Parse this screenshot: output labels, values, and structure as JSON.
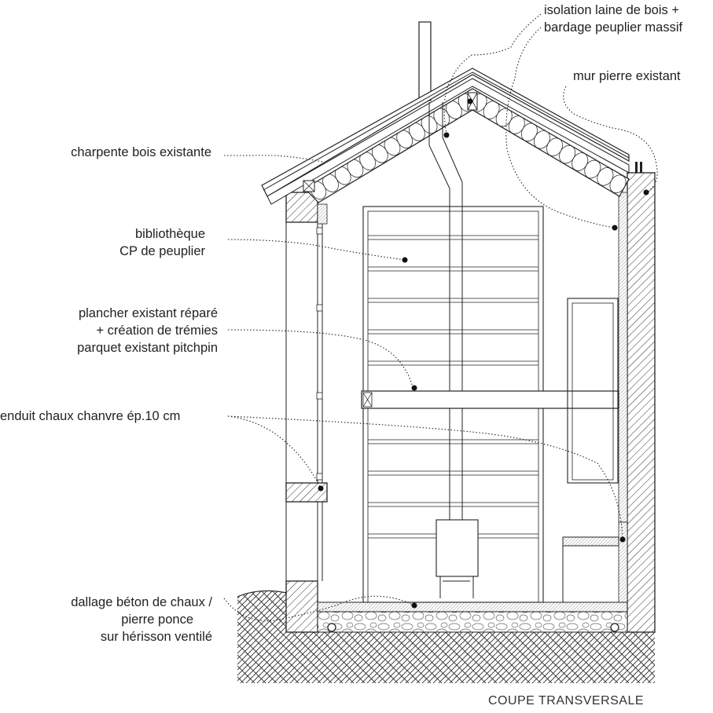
{
  "labels": {
    "isolation": [
      "isolation laine de bois +",
      "bardage peuplier massif"
    ],
    "mur": [
      "mur pierre existant"
    ],
    "charpente": [
      "charpente bois existante"
    ],
    "bibliotheque": [
      "bibliothèque",
      "CP de peuplier"
    ],
    "plancher": [
      "plancher existant réparé",
      "+ création de trémies",
      "parquet existant pitchpin"
    ],
    "enduit": [
      "enduit chaux chanvre ép.10 cm"
    ],
    "dallage": [
      "dallage béton de chaux /",
      "pierre ponce",
      "sur hérisson ventilé"
    ]
  },
  "title": "COUPE TRANSVERSALE"
}
